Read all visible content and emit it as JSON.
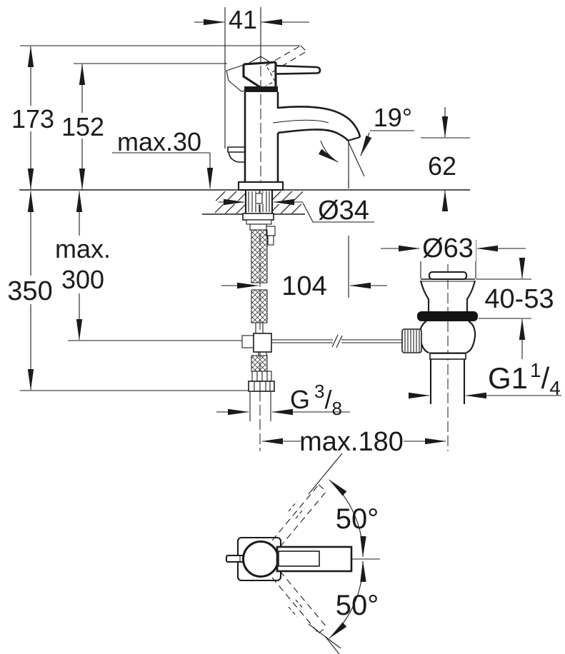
{
  "meta": {
    "ink": "#1b1b1b",
    "background": "#ffffff",
    "drawing_type": "faucet installation dimensional drawing"
  },
  "front_view": {
    "dims": {
      "spout_offset": "41",
      "total_height": "173",
      "spout_height": "152",
      "deck_max": "max.30",
      "spray_angle": "19°",
      "outlet_height": "62",
      "hole_dia": "Ø34",
      "projection": "104",
      "hose_line1": "max.",
      "hose_line2": "300",
      "under_deck": "350",
      "rod_reach": "max.180"
    },
    "supply_thread": {
      "prefix": "G",
      "numerator": "3",
      "slash": "/",
      "denominator": "8"
    }
  },
  "waste_view": {
    "dims": {
      "flange_dia": "Ø63",
      "deck_range": "40-53"
    },
    "thread": {
      "prefix": "G1",
      "numerator": "1",
      "slash": "/",
      "denominator": "4"
    }
  },
  "plan_view": {
    "swivel_upper": "50°",
    "swivel_lower": "50°"
  }
}
